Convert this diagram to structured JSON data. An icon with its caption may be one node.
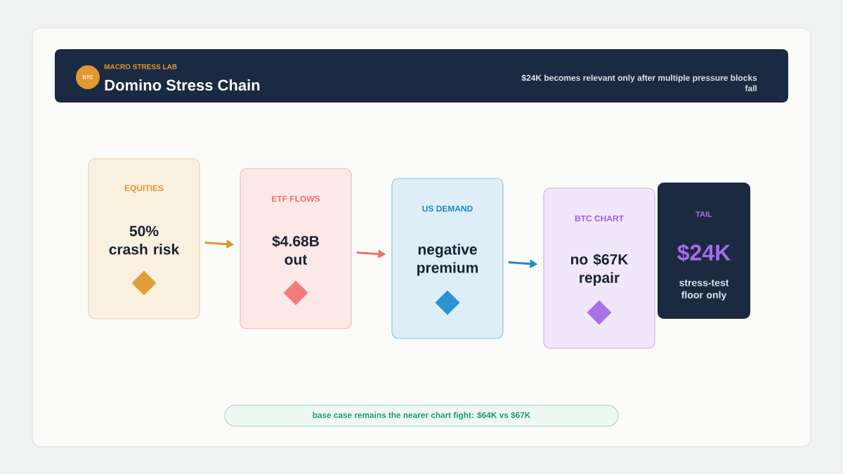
{
  "diagram": {
    "nodes": [
      {
        "text": [
          "MACRO STRESS LAB",
          "Domino Stress Chain",
          "$24K becomes relevant only after multiple pressure blocks fall"
        ]
      },
      {
        "text": [
          "BTC"
        ],
        "in": 0
      },
      {
        "text": [
          "EQUITIES",
          "50% crash risk"
        ]
      },
      {
        "text": [
          "ETF FLOWS",
          "$4.68B out"
        ]
      },
      {
        "text": [
          "US DEMAND",
          "negative premium"
        ]
      },
      {
        "text": [
          "BTC CHART",
          "no $67K repair"
        ]
      },
      {
        "text": [
          "TAIL",
          "$24K",
          "stress-test floor only"
        ]
      },
      {
        "text": [
          "base case remains the nearer chart fight: $64K vs $67K"
        ]
      }
    ],
    "edges": [
      {
        "from": 2,
        "to": 3,
        "arrow": "to",
        "color": "#e0962c"
      },
      {
        "from": 3,
        "to": 4,
        "arrow": "to",
        "color": "#ef6f6f"
      },
      {
        "from": 4,
        "to": 5,
        "arrow": "to",
        "color": "#1f8cc8"
      }
    ]
  }
}
